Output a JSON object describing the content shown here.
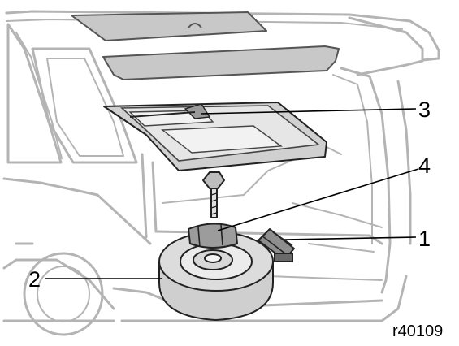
{
  "callouts": [
    {
      "number": "1"
    },
    {
      "number": "2"
    },
    {
      "number": "3"
    },
    {
      "number": "4"
    }
  ],
  "figure_code": "r40109",
  "colors": {
    "car_outline": "#b4b4b4",
    "part_fill": "#c8c8c8",
    "part_stroke": "#222222",
    "leader": "#000000"
  }
}
